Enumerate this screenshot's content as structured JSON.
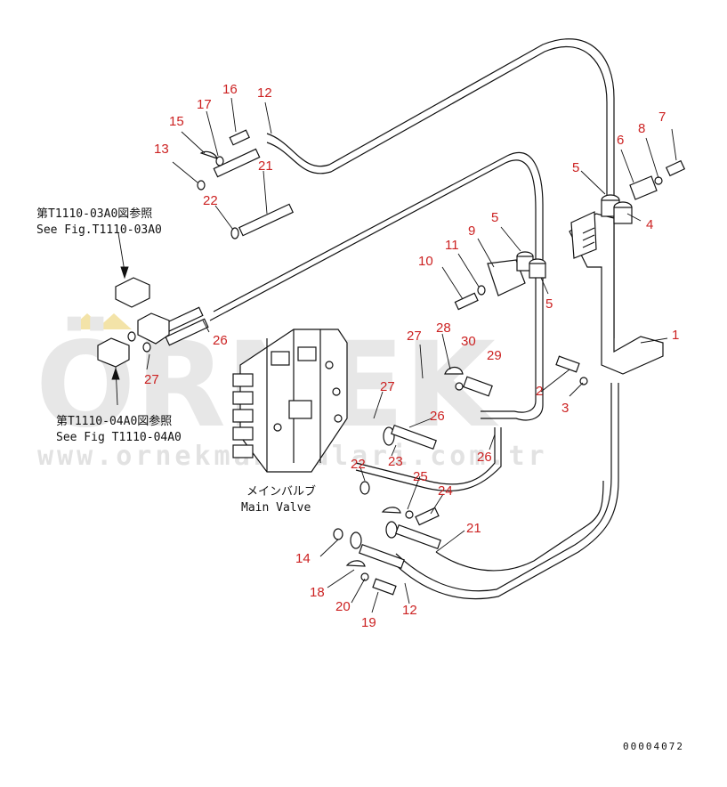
{
  "part_numbers": [
    {
      "id": "1",
      "text": "1"
    },
    {
      "id": "2",
      "text": "2"
    },
    {
      "id": "3",
      "text": "3"
    },
    {
      "id": "4",
      "text": "4"
    },
    {
      "id": "5a",
      "text": "5"
    },
    {
      "id": "5b",
      "text": "5"
    },
    {
      "id": "5c",
      "text": "5"
    },
    {
      "id": "6",
      "text": "6"
    },
    {
      "id": "7",
      "text": "7"
    },
    {
      "id": "8",
      "text": "8"
    },
    {
      "id": "9",
      "text": "9"
    },
    {
      "id": "10",
      "text": "10"
    },
    {
      "id": "11",
      "text": "11"
    },
    {
      "id": "12a",
      "text": "12"
    },
    {
      "id": "12b",
      "text": "12"
    },
    {
      "id": "13",
      "text": "13"
    },
    {
      "id": "14",
      "text": "14"
    },
    {
      "id": "15",
      "text": "15"
    },
    {
      "id": "16",
      "text": "16"
    },
    {
      "id": "17",
      "text": "17"
    },
    {
      "id": "18",
      "text": "18"
    },
    {
      "id": "19",
      "text": "19"
    },
    {
      "id": "20",
      "text": "20"
    },
    {
      "id": "21a",
      "text": "21"
    },
    {
      "id": "21b",
      "text": "21"
    },
    {
      "id": "22a",
      "text": "22"
    },
    {
      "id": "22b",
      "text": "22"
    },
    {
      "id": "23",
      "text": "23"
    },
    {
      "id": "24",
      "text": "24"
    },
    {
      "id": "25",
      "text": "25"
    },
    {
      "id": "26a",
      "text": "26"
    },
    {
      "id": "26b",
      "text": "26"
    },
    {
      "id": "26c",
      "text": "26"
    },
    {
      "id": "27a",
      "text": "27"
    },
    {
      "id": "27b",
      "text": "27"
    },
    {
      "id": "27c",
      "text": "27"
    },
    {
      "id": "28",
      "text": "28"
    },
    {
      "id": "29",
      "text": "29"
    },
    {
      "id": "30",
      "text": "30"
    }
  ],
  "references": {
    "ref1_jp": "第T1110-03A0図参照",
    "ref1_en": "See Fig.T1110-03A0",
    "ref2_jp": "第T1110-04A0図参照",
    "ref2_en": "See Fig T1110-04A0"
  },
  "main_valve": {
    "label_jp": "メインバルブ",
    "label_en": "Main Valve"
  },
  "drawing_code": "00004072",
  "watermark": {
    "brand": "ÖRNEK",
    "url": "www.ornekmakinalari.com.tr",
    "color": "#e7e7e7",
    "accent": "#f3e3a8"
  },
  "colors": {
    "callout": "#cc2222",
    "line": "#111111",
    "background": "#ffffff"
  }
}
